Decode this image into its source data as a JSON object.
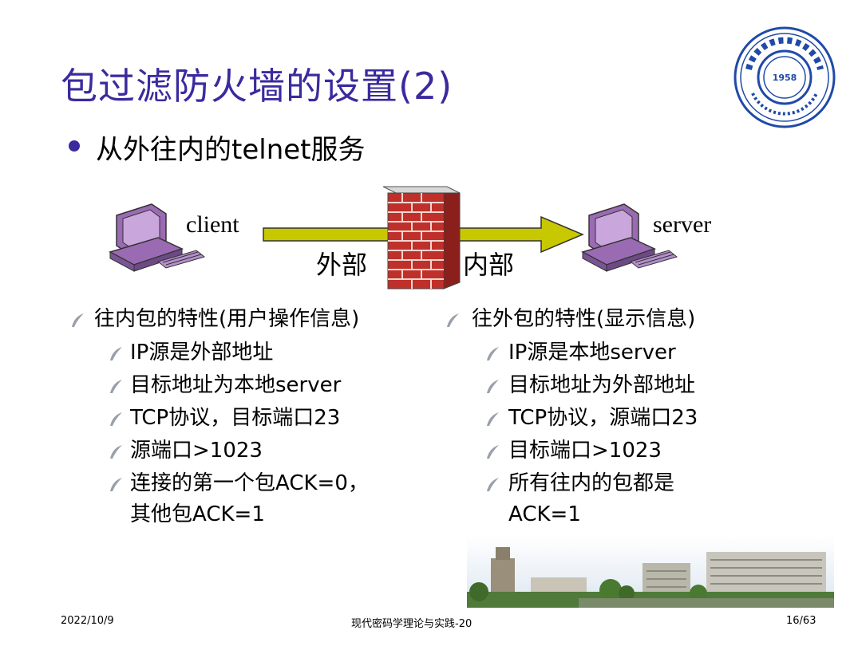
{
  "title": "包过滤防火墙的设置(2)",
  "subtitle": "从外往内的telnet服务",
  "diagram": {
    "client_label": "client",
    "server_label": "server",
    "outside_label": "外部",
    "inside_label": "内部"
  },
  "left": {
    "heading": "往内包的特性(用户操作信息)",
    "items": [
      "IP源是外部地址",
      "目标地址为本地server",
      "TCP协议，目标端口23",
      "源端口>1023",
      "连接的第一个包ACK=0，",
      "其他包ACK=1"
    ]
  },
  "right": {
    "heading": "往外包的特性(显示信息)",
    "items": [
      "IP源是本地server",
      "目标地址为外部地址",
      "TCP协议，源端口23",
      "目标端口>1023",
      "所有往内的包都是",
      "ACK=1"
    ]
  },
  "footer": {
    "date": "2022/10/9",
    "course": "现代密码学理论与实践-20",
    "page": "16/63"
  },
  "logo": {
    "year": "1958"
  },
  "colors": {
    "title": "#3a2a9e",
    "arrow": "#c8c800",
    "brick": "#c0302a"
  }
}
